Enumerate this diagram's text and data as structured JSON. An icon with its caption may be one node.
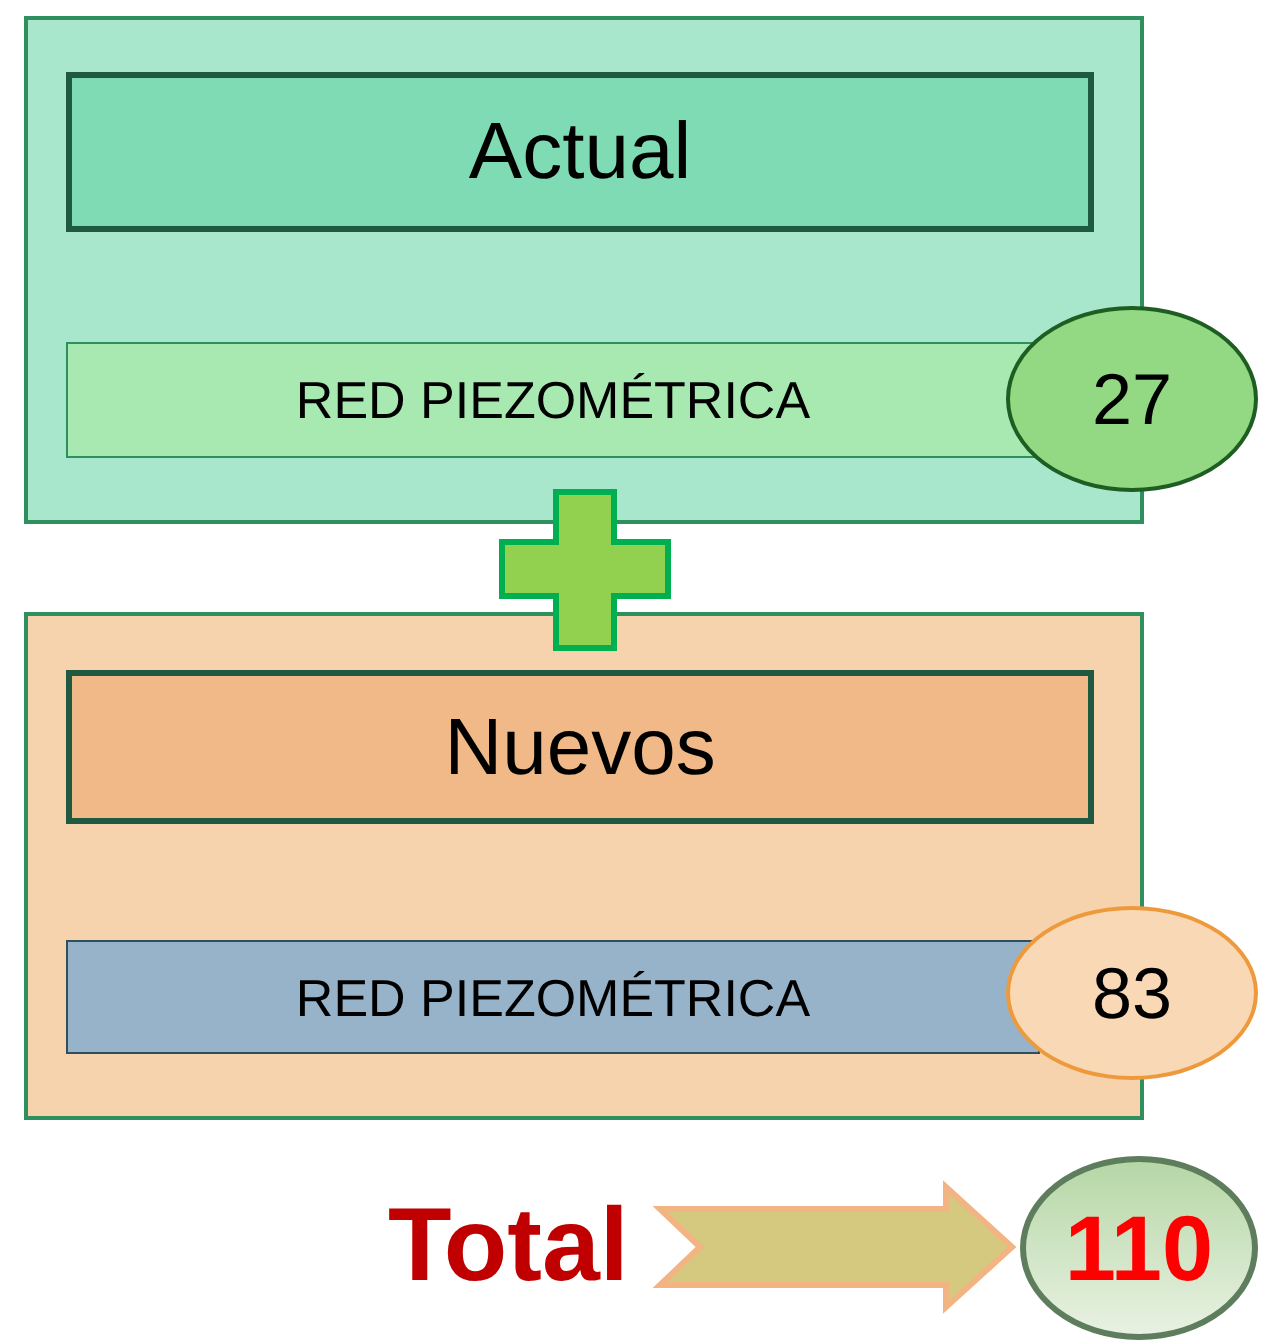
{
  "diagram": {
    "nodes": [
      {
        "text": [],
        "shape": "box"
      },
      {
        "text": [
          "Actual"
        ],
        "in": 0
      },
      {
        "text": [
          "RED PIEZOMÉTRICA"
        ],
        "in": 0
      },
      {
        "text": [
          "27"
        ]
      },
      {
        "text": [],
        "shape": "box"
      },
      {
        "text": [
          "Nuevos"
        ],
        "in": 4
      },
      {
        "text": [
          "RED PIEZOMÉTRICA"
        ],
        "in": 4
      },
      {
        "text": [
          "83"
        ]
      },
      {
        "text": [
          "Total"
        ]
      },
      {
        "text": [
          "110"
        ]
      }
    ],
    "edges": [
      {
        "from": 8,
        "to": 9,
        "arrow": "to"
      }
    ]
  }
}
